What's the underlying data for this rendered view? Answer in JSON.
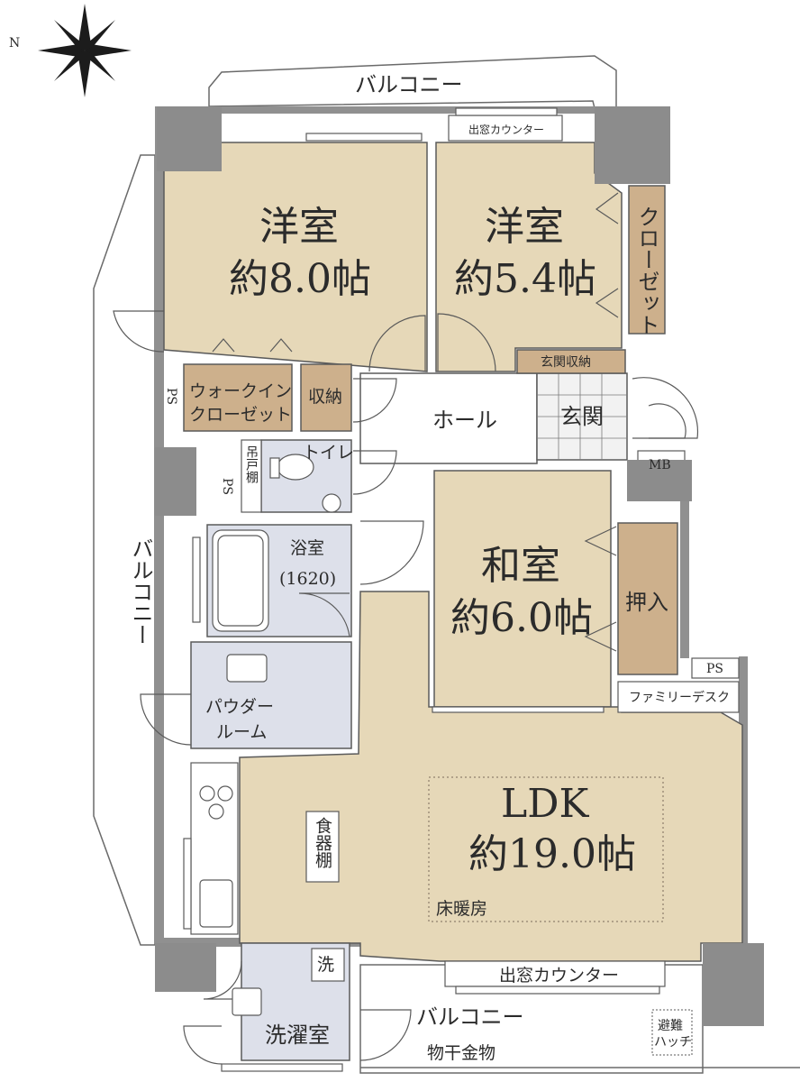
{
  "compass": {
    "north_label": "N",
    "icon": "compass-rose-icon"
  },
  "colors": {
    "room_tan": "#e6d8b8",
    "storage_brown": "#cdb08c",
    "wet_area_blue": "#dde0ea",
    "wall_gray": "#909090",
    "pillar_gray": "#8c8c8c",
    "line": "#5a5a5a",
    "genkan_tile": "#f2f2f2"
  },
  "balconies": {
    "top": "バルコニー",
    "left": "バルコニー",
    "bottom": "バルコニー"
  },
  "rooms": {
    "western_1": {
      "name": "洋室",
      "size": "約8.0帖"
    },
    "western_2": {
      "name": "洋室",
      "size": "約5.4帖"
    },
    "japanese": {
      "name": "和室",
      "size": "約6.0帖"
    },
    "ldk": {
      "name": "LDK",
      "size": "約19.0帖",
      "note": "床暖房"
    },
    "bath": {
      "name": "浴室",
      "size": "(1620)"
    },
    "powder": {
      "line1": "パウダー",
      "line2": "ルーム"
    },
    "toilet": {
      "name": "トイレ"
    },
    "laundry": {
      "name": "洗濯室"
    },
    "hall": {
      "name": "ホール"
    },
    "genkan": {
      "name": "玄関"
    }
  },
  "storage": {
    "walk_in_closet_line1": "ウォークイン",
    "walk_in_closet_line2": "クローゼット",
    "shuno": "収納",
    "closet": "クローゼット",
    "genkan_shuno": "玄関収納",
    "oshiire": "押入",
    "tsuridana": "吊戸棚",
    "shokkidana": "食器棚",
    "washer_mark": "洗"
  },
  "labels": {
    "demado_counter_top": "出窓カウンター",
    "demado_counter_bottom": "出窓カウンター",
    "family_desk": "ファミリーデスク",
    "mb": "MB",
    "ps_1": "PS",
    "ps_2": "PS",
    "ps_3": "PS",
    "monohoshi": "物干金物",
    "hinan_hatch_line1": "避難",
    "hinan_hatch_line2": "ハッチ"
  }
}
